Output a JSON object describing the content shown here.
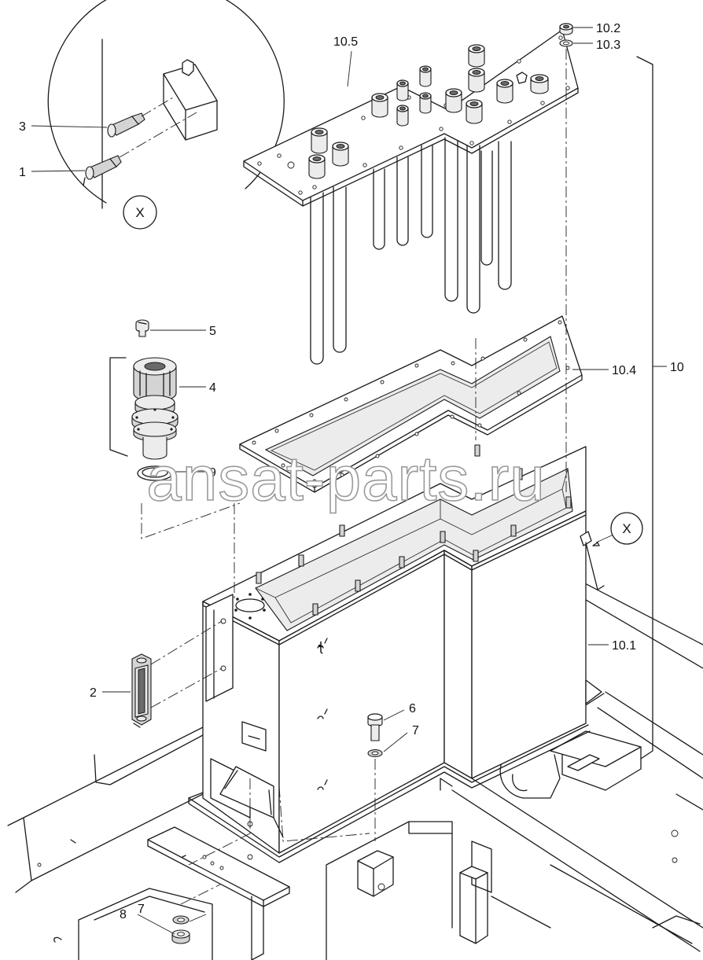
{
  "callouts": {
    "c1": "1",
    "c2": "2",
    "c3": "3",
    "c4": "4",
    "c5": "5",
    "c6": "6",
    "c7a": "7",
    "c7b": "7",
    "c8": "8",
    "c9": "9",
    "c10": "10",
    "c10_1": "10.1",
    "c10_2": "10.2",
    "c10_3": "10.3",
    "c10_4": "10.4",
    "c10_5": "10.5"
  },
  "detail_view": {
    "label": "X",
    "reference_label": "X"
  },
  "watermark": "ansat-parts.ru"
}
